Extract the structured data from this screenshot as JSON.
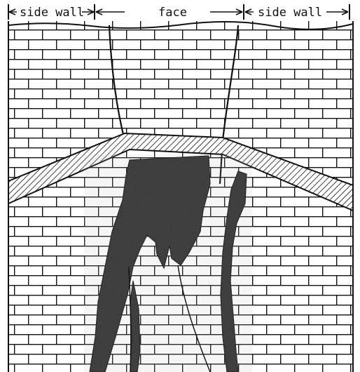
{
  "labels": {
    "left": "side wall",
    "center": "face",
    "right": "side wall"
  },
  "colors": {
    "ink": "#111111",
    "background": "#ffffff",
    "stain": "#2b2b2b"
  },
  "icons": {
    "dimension_arrow": "arrow-head-icon"
  }
}
